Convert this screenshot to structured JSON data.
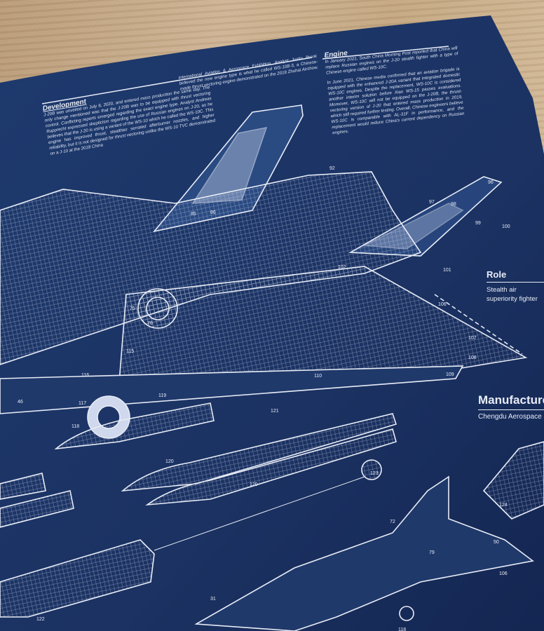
{
  "poster": {
    "colors": {
      "paper": "#1d3566",
      "line": "#e8ecf6",
      "wood": "#c8ad8a"
    },
    "development": {
      "heading": "Development",
      "text": "J-20B was unveiled on July 8, 2020, and entered mass production the same day. The only change mentioned was that the J-20B was to be equipped with thrust vectoring control. Conflicting reports emerged regarding the exact engine type. Analyst Andreas Rupprecht expressed skepticism regarding the use of Russian engines on J-20, as he believes that the J-20 is using a variant of the WS-10 which he called the WS-10C. This engine has improved thrust, stealthier serrated afterburner nozzles, and higher reliability, but it is not designed for thrust vectoring unlike the WS-10 TVC demonstrated on a J-10 at the 2018 China",
      "continuation": "International Aviation & Aerospace Exhibition. Analyst Justin Bronk believed the new engine type is what he called WS-10B-3, a Chinese-made thrust vectoring engine demonstrated on the 2018 Zhuhai Airshow."
    },
    "engine": {
      "heading": "Engine",
      "text1": "In January 2021, South China Morning Post reported that China will replace Russian engines on the J-20 stealth fighter with a type of Chinese engine called WS-10C.",
      "text2": "In June 2021, Chinese media confirmed that an aviation brigade is equipped with the enhanced J-20A variant that integrated domestic WS-10C engines. Despite the replacement, WS-10C is considered another interim solution before Xian WS-15 passes evaluations. Moreover, WS-10C will not be equipped on the J-20B, the thrust-vectoring version of J-20 that entered mass production in 2019, which still required further testing. Overall, Chinese engineers believe WS-10C is comparable with AL-31F in performance, and the replacement would reduce China's current dependency on Russian engines."
    },
    "role": {
      "heading": "Role",
      "text": "Stealth air superiority fighter"
    },
    "manufacturer": {
      "heading": "Manufacturer",
      "text": "Chengdu Aerospace"
    },
    "part_numbers": [
      "92",
      "96",
      "97",
      "98",
      "99",
      "100",
      "101",
      "102",
      "106",
      "107",
      "108",
      "109",
      "110",
      "116",
      "117",
      "118",
      "119",
      "120",
      "120",
      "121",
      "122",
      "123",
      "124",
      "72",
      "79",
      "50",
      "31",
      "118",
      "106",
      "75",
      "76",
      "85",
      "86",
      "115",
      "46"
    ]
  }
}
